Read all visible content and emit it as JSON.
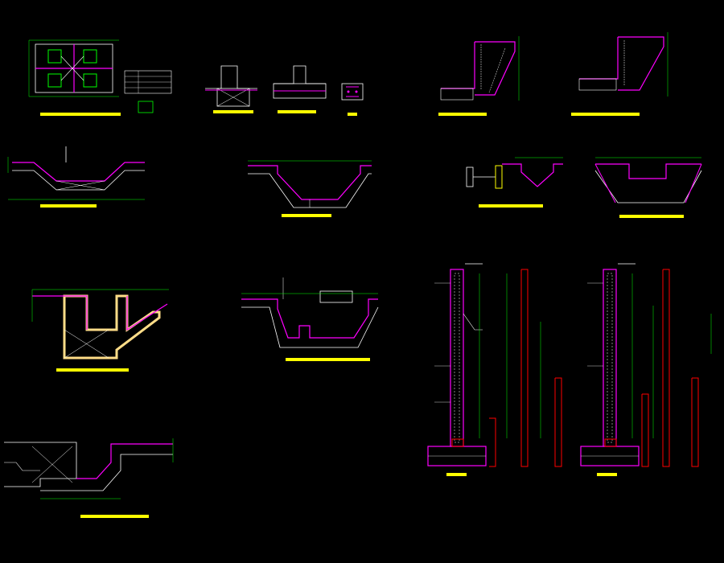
{
  "drawing": {
    "background": "#000000",
    "colors": {
      "wall": "#ff00ff",
      "rebar": "#ffffff",
      "dim": "#00ff00",
      "label": "#ffff00",
      "section": "#ff0000",
      "fill": "#ffdd88",
      "aux": "#00ffff"
    },
    "details": [
      {
        "name": "detail-pile-cap-plan",
        "caption": ""
      },
      {
        "name": "detail-underground-section-1",
        "caption": ""
      },
      {
        "name": "detail-underground-section-2",
        "caption": ""
      },
      {
        "name": "detail-small-section",
        "caption": ""
      },
      {
        "name": "detail-slope-joint-1",
        "caption": ""
      },
      {
        "name": "detail-slope-joint-2",
        "caption": ""
      },
      {
        "name": "detail-pile-cap-section",
        "caption": ""
      },
      {
        "name": "detail-pit-rebar-1",
        "caption": ""
      },
      {
        "name": "detail-pit-side-detail",
        "caption": ""
      },
      {
        "name": "detail-pit-rebar-2",
        "caption": ""
      },
      {
        "name": "detail-pit-filled",
        "caption": ""
      },
      {
        "name": "detail-pit-stepped",
        "caption": ""
      },
      {
        "name": "detail-wall-elevation-1",
        "caption": ""
      },
      {
        "name": "detail-wall-elevation-2",
        "caption": ""
      },
      {
        "name": "detail-pit-corner",
        "caption": ""
      }
    ]
  }
}
